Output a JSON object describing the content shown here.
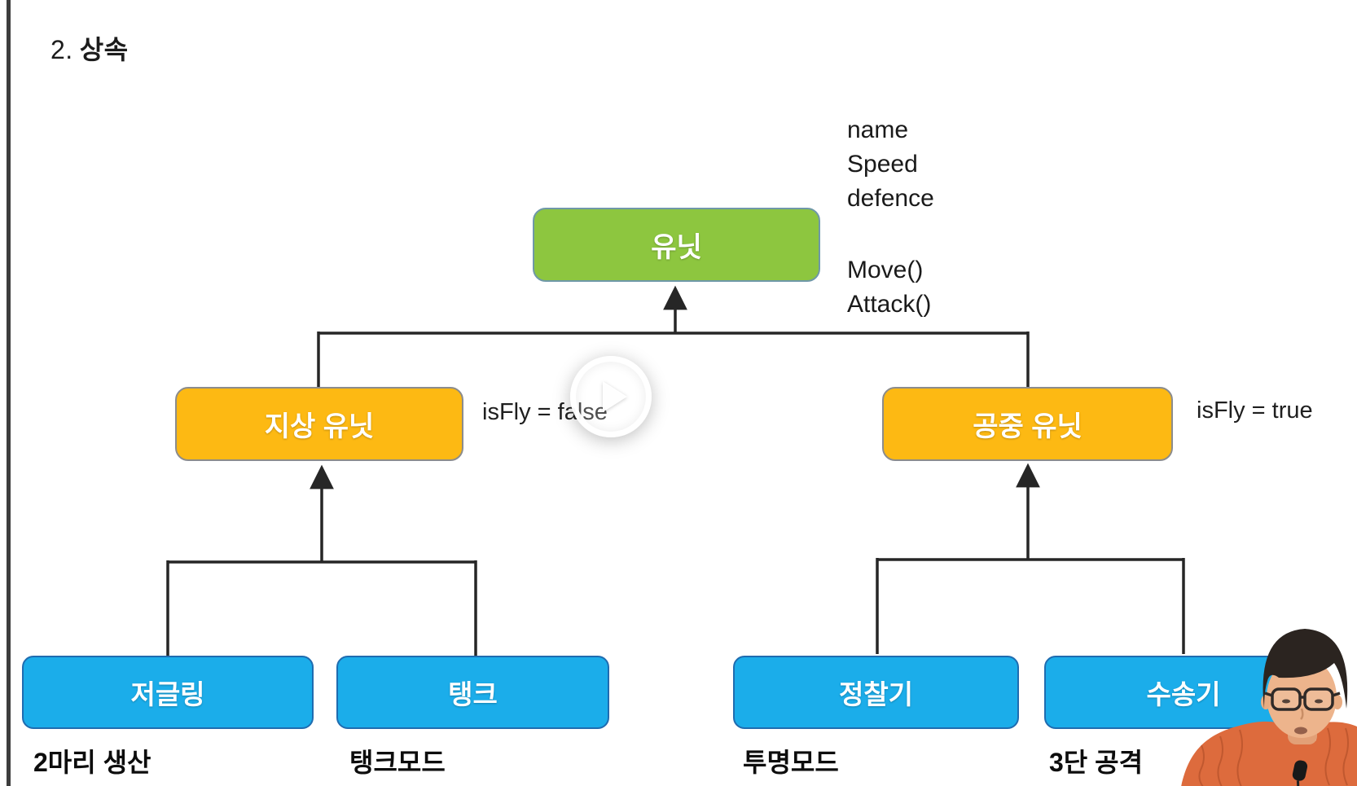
{
  "title": {
    "number": "2.",
    "text": "상속"
  },
  "tree": {
    "root": {
      "label": "유닛"
    },
    "members": {
      "attributes": [
        "name",
        "Speed",
        "defence"
      ],
      "methods": [
        "Move()",
        "Attack()"
      ]
    },
    "mid": {
      "left": {
        "label": "지상 유닛",
        "annotation": "isFly = false"
      },
      "right": {
        "label": "공중 유닛",
        "annotation": "isFly = true"
      }
    },
    "leaves": [
      {
        "label": "저글링",
        "caption": "2마리 생산"
      },
      {
        "label": "탱크",
        "caption": "탱크모드"
      },
      {
        "label": "정찰기",
        "caption": "투명모드"
      },
      {
        "label": "수송기",
        "caption": "3단 공격"
      }
    ]
  },
  "colors": {
    "root_fill": "#8dc63f",
    "mid_fill": "#fdb913",
    "leaf_fill": "#1badea",
    "connector": "#262626"
  },
  "player": {
    "icon": "play"
  }
}
